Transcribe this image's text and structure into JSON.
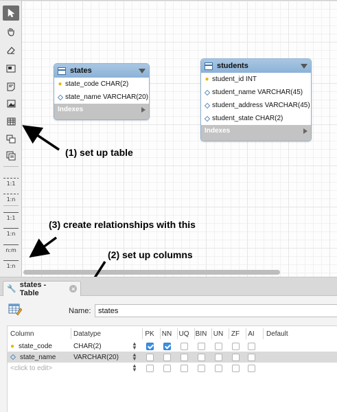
{
  "canvas": {
    "palette_tools": [
      {
        "name": "pointer-tool-icon",
        "active": true
      },
      {
        "name": "hand-tool-icon",
        "active": false
      },
      {
        "name": "eraser-tool-icon",
        "active": false
      },
      {
        "name": "layer-tool-icon",
        "active": false
      },
      {
        "name": "note-tool-icon",
        "active": false
      },
      {
        "name": "image-tool-icon",
        "active": false
      },
      {
        "name": "table-tool-icon",
        "active": false
      },
      {
        "name": "view-tool-icon",
        "active": false
      },
      {
        "name": "routine-group-tool-icon",
        "active": false
      }
    ],
    "relationship_tools": [
      "1:1",
      "1:n",
      "1:1",
      "1:n",
      "n:m",
      "1:n"
    ],
    "tables": [
      {
        "name": "states",
        "columns": [
          {
            "icon": "key-icon",
            "text": "state_code CHAR(2)"
          },
          {
            "icon": "diamond-icon",
            "text": "state_name VARCHAR(20)"
          }
        ],
        "indexes_label": "Indexes"
      },
      {
        "name": "students",
        "columns": [
          {
            "icon": "key-icon",
            "text": "student_id INT"
          },
          {
            "icon": "diamond-icon",
            "text": "student_name VARCHAR(45)"
          },
          {
            "icon": "diamond-icon",
            "text": "student_address VARCHAR(45)"
          },
          {
            "icon": "diamond-icon",
            "text": "student_state CHAR(2)"
          }
        ],
        "indexes_label": "Indexes"
      }
    ]
  },
  "annotations": {
    "setup_table": "(1) set up table",
    "create_relationships": "(3) create relationships with this",
    "setup_columns": "(2) set up columns"
  },
  "editor": {
    "tab_title": "states - Table",
    "name_label": "Name:",
    "name_value": "states",
    "column_headers": [
      "Column",
      "Datatype",
      "PK",
      "NN",
      "UQ",
      "BIN",
      "UN",
      "ZF",
      "AI",
      "Default"
    ],
    "rows": [
      {
        "icon": "key-icon",
        "column": "state_code",
        "datatype": "CHAR(2)",
        "flags": [
          true,
          true,
          false,
          false,
          false,
          false,
          false
        ],
        "selected": false
      },
      {
        "icon": "diamond-icon",
        "column": "state_name",
        "datatype": "VARCHAR(20)",
        "flags": [
          false,
          false,
          false,
          false,
          false,
          false,
          false
        ],
        "selected": true
      }
    ],
    "new_row_placeholder": "<click to edit>"
  },
  "colors": {
    "table_header": "#9dbfdf",
    "indexes_bar": "#c3c3c3",
    "checkbox_checked": "#3a8ee6",
    "active_tool": "#6e6e6e"
  }
}
